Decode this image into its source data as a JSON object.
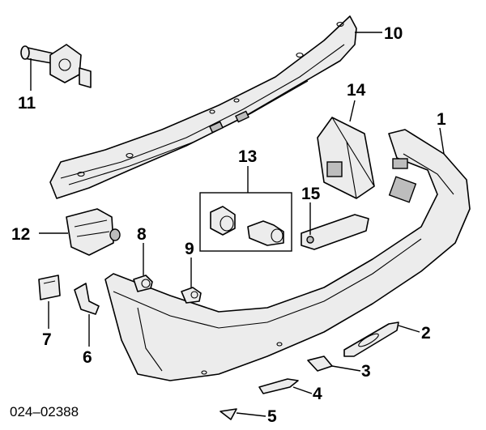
{
  "diagram": {
    "reference_number": "024–02388",
    "callouts": [
      "1",
      "2",
      "3",
      "4",
      "5",
      "6",
      "7",
      "8",
      "9",
      "10",
      "11",
      "12",
      "13",
      "14",
      "15"
    ]
  }
}
